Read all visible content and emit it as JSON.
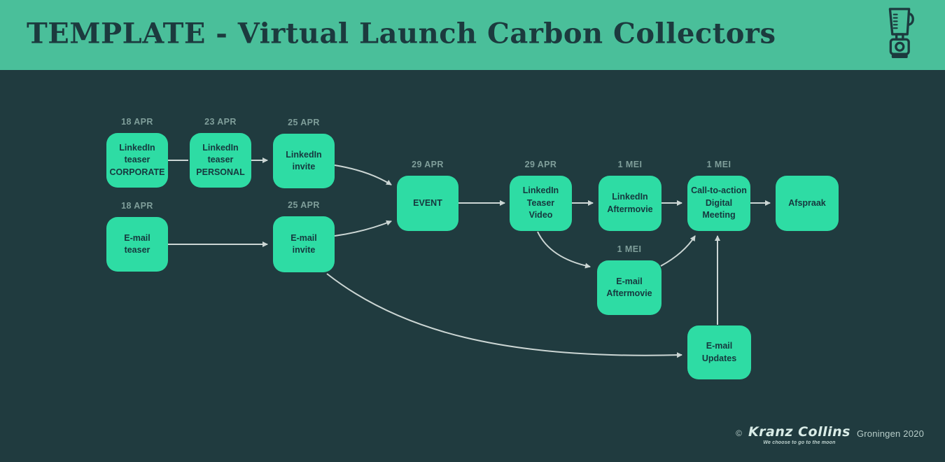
{
  "header": {
    "title": "TEMPLATE - Virtual Launch Carbon Collectors",
    "logo_icon": "blender-icon"
  },
  "colors": {
    "header_bg": "#4abf9a",
    "page_bg": "#203b3f",
    "node_bg": "#2edca4",
    "node_text": "#16383e",
    "date_text": "#7f9e9a",
    "arrow": "#ccd6d4",
    "title_text": "#1c3a3e",
    "footer_text": "#b7cdc9",
    "brand_text": "#d9ece7"
  },
  "flowchart": {
    "nodes": [
      {
        "id": "linkedin-teaser-corporate",
        "date": "18 APR",
        "label": "LinkedIn\nteaser\nCORPORATE"
      },
      {
        "id": "linkedin-teaser-personal",
        "date": "23 APR",
        "label": "LinkedIn\nteaser\nPERSONAL"
      },
      {
        "id": "linkedin-invite",
        "date": "25 APR",
        "label": "LinkedIn\ninvite"
      },
      {
        "id": "email-teaser",
        "date": "18 APR",
        "label": "E-mail\nteaser"
      },
      {
        "id": "email-invite",
        "date": "25 APR",
        "label": "E-mail\ninvite"
      },
      {
        "id": "event",
        "date": "29 APR",
        "label": "EVENT"
      },
      {
        "id": "linkedin-teaser-video",
        "date": "29 APR",
        "label": "LinkedIn\nTeaser\nVideo"
      },
      {
        "id": "linkedin-aftermovie",
        "date": "1 MEI",
        "label": "LinkedIn\nAftermovie"
      },
      {
        "id": "call-to-action-digital-meeting",
        "date": "1 MEI",
        "label": "Call-to-action\nDigital\nMeeting"
      },
      {
        "id": "afspraak",
        "date": "",
        "label": "Afspraak"
      },
      {
        "id": "email-aftermovie",
        "date": "1 MEI",
        "label": "E-mail\nAftermovie"
      },
      {
        "id": "email-updates",
        "date": "",
        "label": "E-mail\nUpdates"
      }
    ],
    "edges": [
      {
        "from": "linkedin-teaser-corporate",
        "to": "linkedin-teaser-personal",
        "arrowhead": false
      },
      {
        "from": "linkedin-teaser-personal",
        "to": "linkedin-invite",
        "arrowhead": true
      },
      {
        "from": "linkedin-invite",
        "to": "event",
        "arrowhead": true
      },
      {
        "from": "email-teaser",
        "to": "email-invite",
        "arrowhead": true
      },
      {
        "from": "email-invite",
        "to": "event",
        "arrowhead": true
      },
      {
        "from": "event",
        "to": "linkedin-teaser-video",
        "arrowhead": true
      },
      {
        "from": "linkedin-teaser-video",
        "to": "linkedin-aftermovie",
        "arrowhead": true
      },
      {
        "from": "linkedin-aftermovie",
        "to": "call-to-action-digital-meeting",
        "arrowhead": true
      },
      {
        "from": "call-to-action-digital-meeting",
        "to": "afspraak",
        "arrowhead": true
      },
      {
        "from": "linkedin-teaser-video",
        "to": "email-aftermovie",
        "arrowhead": true
      },
      {
        "from": "email-aftermovie",
        "to": "call-to-action-digital-meeting",
        "arrowhead": true
      },
      {
        "from": "email-invite",
        "to": "email-updates",
        "arrowhead": true
      },
      {
        "from": "email-updates",
        "to": "call-to-action-digital-meeting",
        "arrowhead": true
      }
    ]
  },
  "footer": {
    "copyright": "©",
    "brand": "Kranz Collins",
    "tagline": "We choose to go to the moon",
    "location": "Groningen 2020"
  }
}
